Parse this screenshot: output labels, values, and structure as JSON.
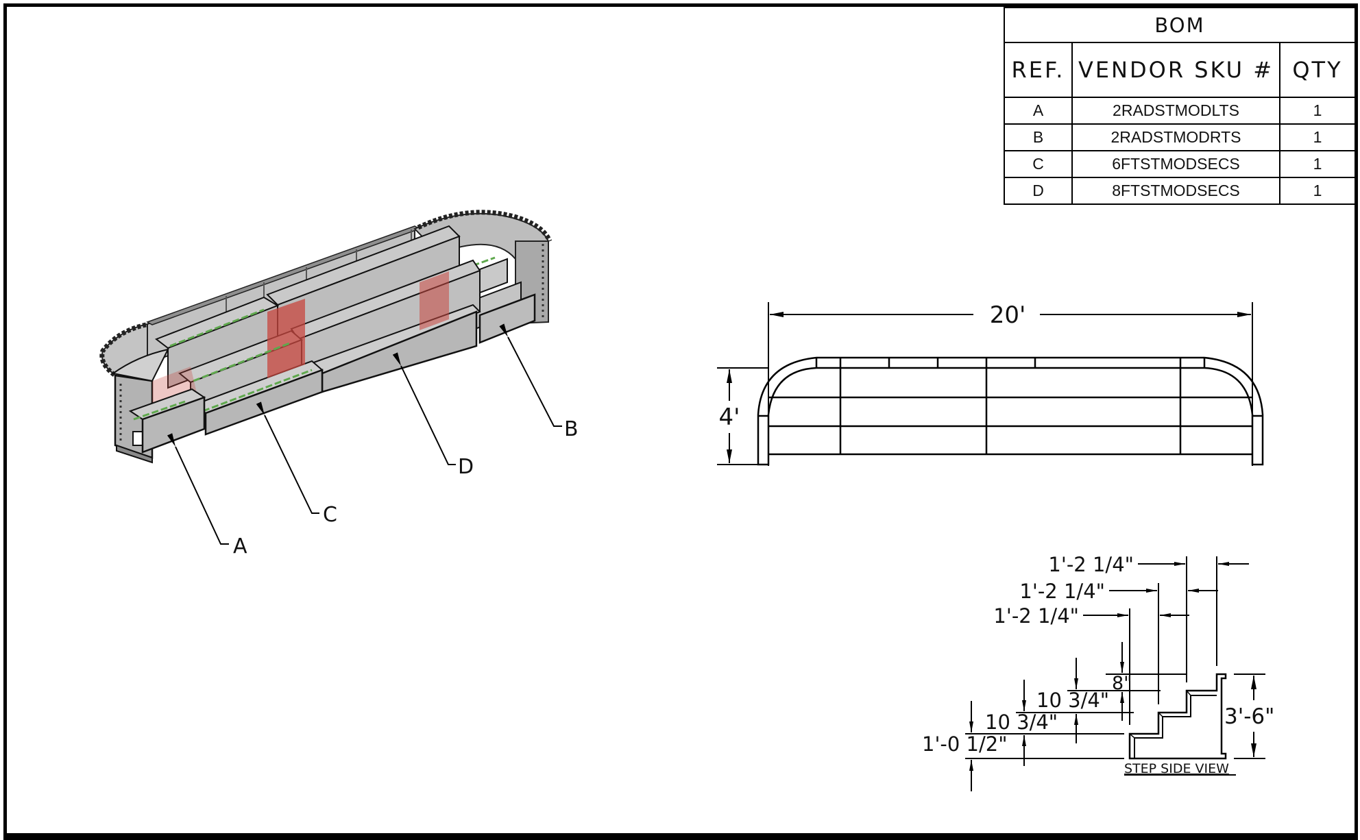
{
  "bom": {
    "title": "BOM",
    "headers": {
      "ref": "REF.",
      "sku": "VENDOR SKU #",
      "qty": "QTY"
    },
    "rows": [
      {
        "ref": "A",
        "sku": "2RADSTMODLTS",
        "qty": "1"
      },
      {
        "ref": "B",
        "sku": "2RADSTMODRTS",
        "qty": "1"
      },
      {
        "ref": "C",
        "sku": "6FTSTMODSECS",
        "qty": "1"
      },
      {
        "ref": "D",
        "sku": "8FTSTMODSECS",
        "qty": "1"
      }
    ]
  },
  "isometric_view": {
    "callouts": [
      "A",
      "B",
      "C",
      "D"
    ],
    "colors": {
      "panel": "#b9b9b9",
      "panel_light": "#cfcfcf",
      "panel_dark": "#9a9a9a",
      "brace": "#c8473f",
      "tread_strip": "#5fa84d"
    }
  },
  "plan_view": {
    "length_label": "20'",
    "depth_label": "4'"
  },
  "step_side_view": {
    "caption": "STEP SIDE VIEW",
    "tread_depths": [
      "1'-2 1/4\"",
      "1'-2 1/4\"",
      "1'-2 1/4\""
    ],
    "rise_labels": [
      "1'-0 1/2\"",
      "10 3/4\"",
      "10 3/4\"",
      "8\""
    ],
    "overall_height": "3'-6\""
  }
}
